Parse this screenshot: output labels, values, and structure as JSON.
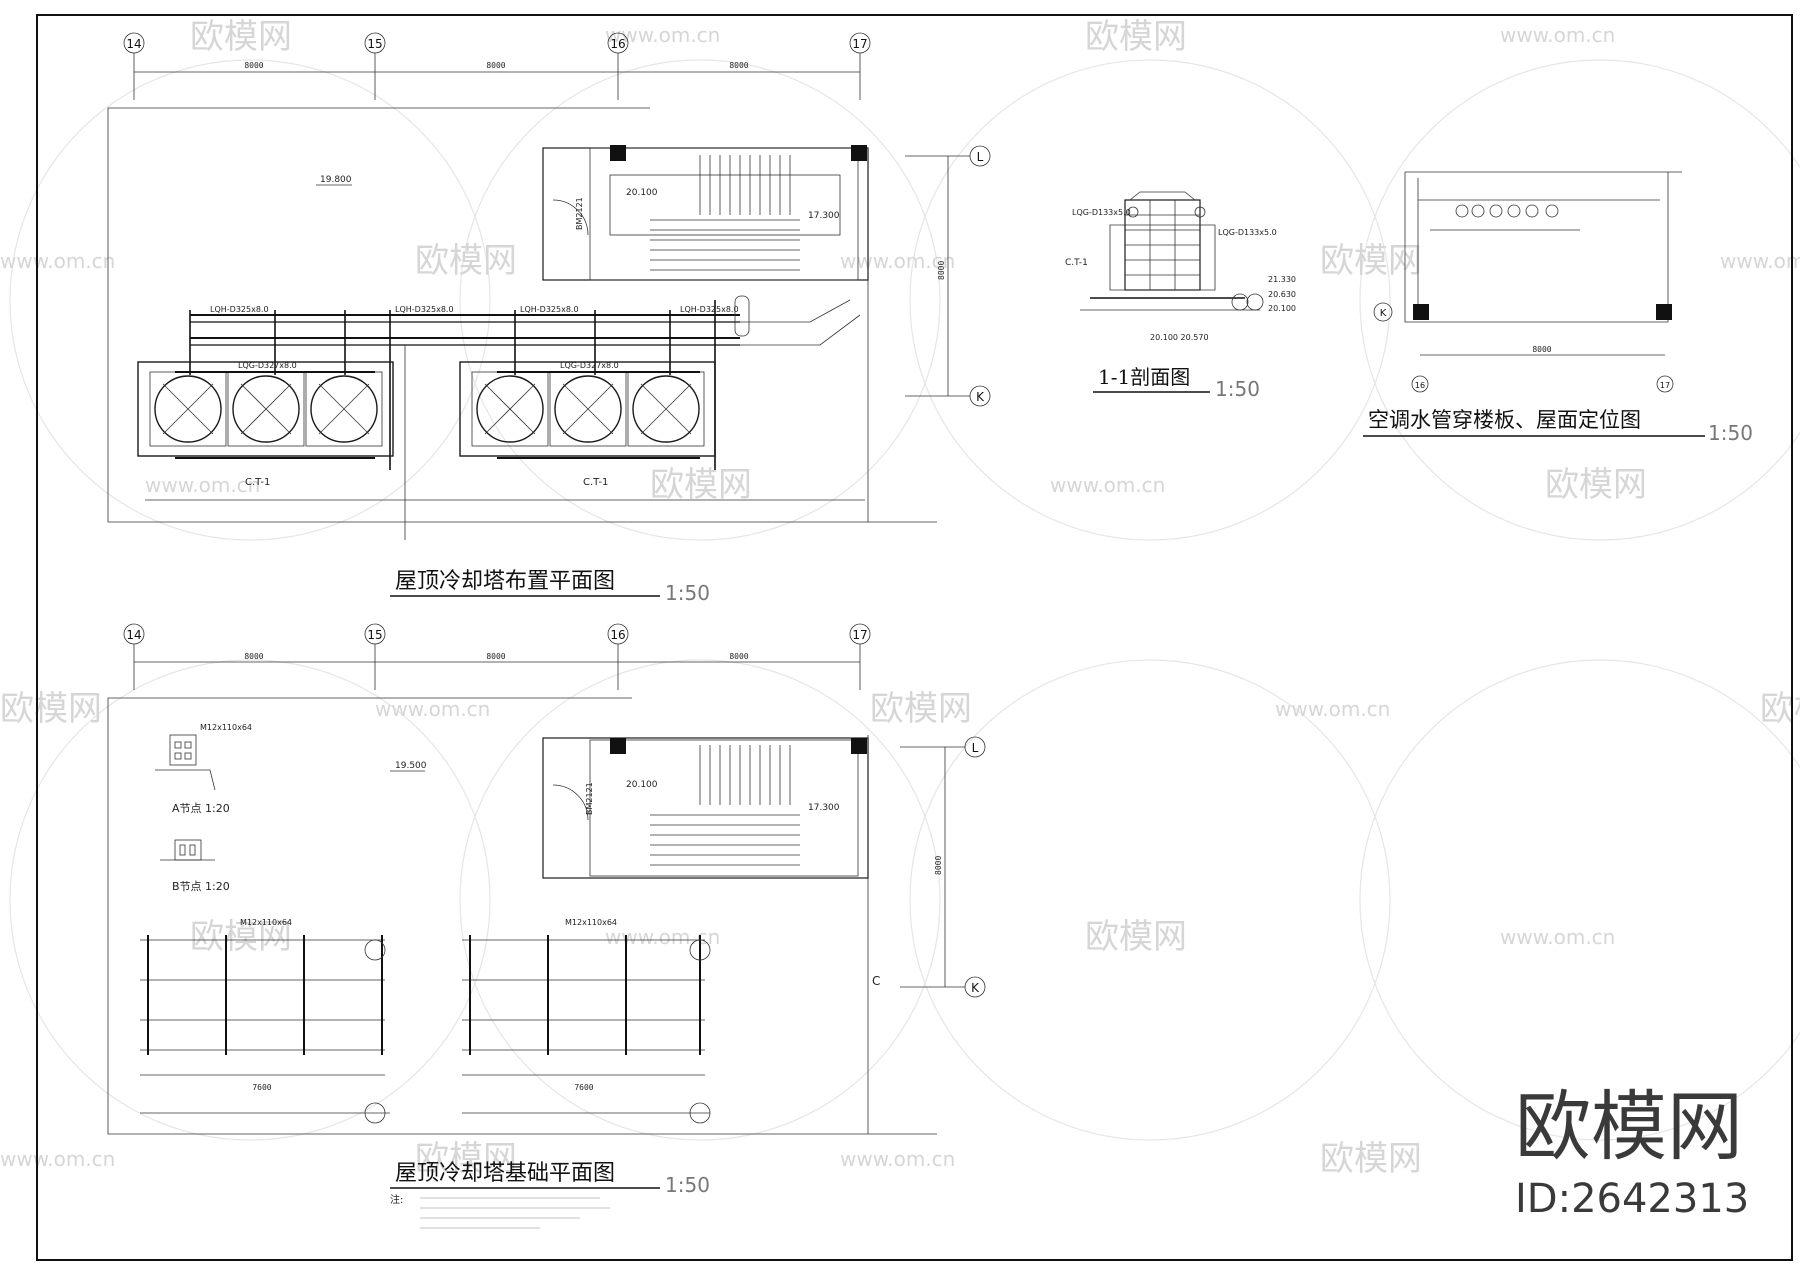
{
  "titles": {
    "plan_top": "屋顶冷却塔布置平面图",
    "plan_top_scale": "1:50",
    "plan_bottom": "屋顶冷却塔基础平面图",
    "plan_bottom_scale": "1:50",
    "section": "1-1剖面图",
    "section_scale": "1:50",
    "locate": "空调水管穿楼板、屋面定位图",
    "locate_scale": "1:50"
  },
  "axes": {
    "top_cols": [
      "14",
      "15",
      "16",
      "17"
    ],
    "bottom_cols": [
      "14",
      "15",
      "16",
      "17"
    ],
    "row_top": "L",
    "row_bottom": "K",
    "locate_row": "K",
    "locate_cols": [
      "16",
      "17"
    ]
  },
  "dims": {
    "bay": "8000",
    "vertical": "8000",
    "locate_bay": "8000"
  },
  "labels": {
    "ct1_left": "C.T-1",
    "ct1_right": "C.T-1",
    "ct1_section": "C.T-1",
    "lg_pipe": "LQG-D327x8.0",
    "lh_pipe": "LQH-D325x8.0",
    "elev_roof": "19.800",
    "elev_roof2": "19.500",
    "elev_stair": "20.100",
    "elev_stair2": "20.100",
    "elev_1730": "17.300",
    "elev_1730b": "17.300",
    "door": "BM2121",
    "door2": "BM2121",
    "node_a": "A节点 1:20",
    "node_b": "B节点 1:20",
    "bolt": "M12x110x64",
    "bolt2": "M12x110x64",
    "note_head": "注:",
    "sec_l1": "LQG-D133x5.0",
    "sec_l2": "LQG-D133x5.0",
    "sec_e1": "21.330",
    "sec_e2": "20.630",
    "sec_e3": "20.100",
    "sec_e4": "20.100 20.570",
    "bottom_dim": "7600",
    "bottom_dim2": "7600",
    "side_c": "C"
  },
  "watermark": {
    "text": "欧模网",
    "url": "www.om.cn"
  },
  "brand": {
    "name": "欧模网",
    "id": "ID:2642313"
  }
}
